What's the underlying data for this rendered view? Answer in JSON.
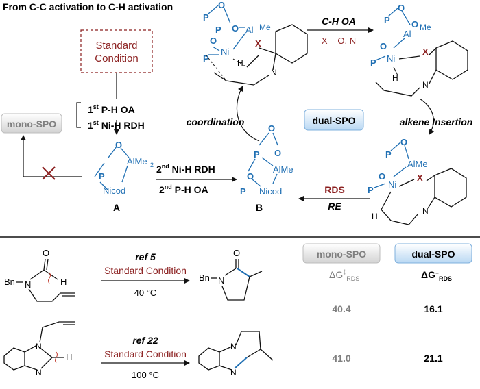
{
  "title": "From C-C activation to C-H activation",
  "standard_condition": [
    "Standard",
    "Condition"
  ],
  "steps": {
    "ph_oa_1": [
      "1",
      "st",
      " P-H OA"
    ],
    "nih_rdh_1": [
      "1",
      "st",
      " Ni-H RDH"
    ],
    "nih_rdh_2": [
      "2",
      "nd",
      " Ni-H RDH"
    ],
    "ph_oa_2": [
      "2",
      "nd",
      " P-H OA"
    ]
  },
  "badges": {
    "mono": "mono-SPO",
    "dual": "dual-SPO"
  },
  "labels": {
    "A": "A",
    "B": "B",
    "coordination": "coordination",
    "alkene_insertion": "alkene Insertion",
    "ch_oa": "C-H OA",
    "x_eq": "X = O, N",
    "rds": "RDS",
    "re": "RE"
  },
  "atoms": {
    "P": "P",
    "O": "O",
    "Al": "Al",
    "Ni": "Ni",
    "Me": "Me",
    "AlMe2": "AlMe",
    "sub2": "2",
    "AlMe": "AlMe",
    "Nicod": "Nicod",
    "X": "X",
    "H": "H",
    "N": "N",
    "Bn": "Bn"
  },
  "table": {
    "header_mono": "mono-SPO",
    "header_dual": "dual-SPO",
    "dg_label": "ΔG",
    "dg_sup": "‡",
    "dg_sub": "RDS",
    "rows": [
      {
        "ref": "ref 5",
        "condition": "Standard Condition",
        "temp": "40 °C",
        "mono": "40.4",
        "dual": "16.1"
      },
      {
        "ref": "ref 22",
        "condition": "Standard Condition",
        "temp": "100 °C",
        "mono": "41.0",
        "dual": "21.1"
      }
    ]
  },
  "colors": {
    "blue": "#1f6fb3",
    "red": "#8b1f1f",
    "gray": "#7f7f7f",
    "badge_blue": "#cfe3f6"
  }
}
